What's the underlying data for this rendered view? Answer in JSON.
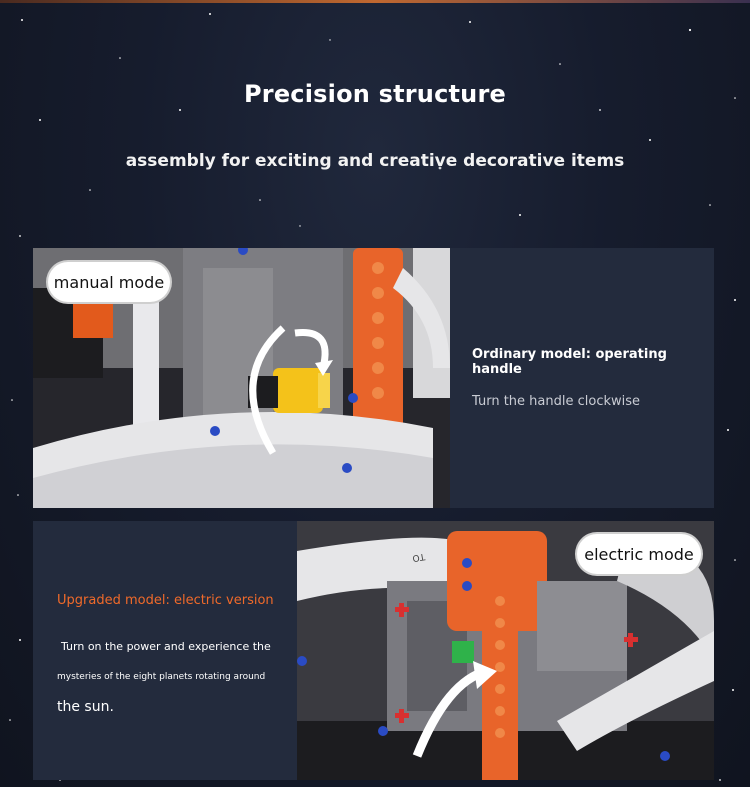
{
  "header": {
    "title": "Precision structure",
    "subtitle": "assembly for exciting and creative decorative items"
  },
  "manual_section": {
    "badge": "manual mode",
    "heading": "Ordinary model: operating handle",
    "body": "Turn the handle clockwise"
  },
  "electric_section": {
    "badge": "electric mode",
    "heading": "Upgraded model: electric version",
    "line1": "Turn on the power and experience the",
    "line2": "mysteries of the eight planets rotating around",
    "line3": "the sun.",
    "brick_mark": "TO"
  },
  "colors": {
    "background": "#141a2b",
    "panel": "#232b3d",
    "accent_orange": "#f06a2a"
  }
}
